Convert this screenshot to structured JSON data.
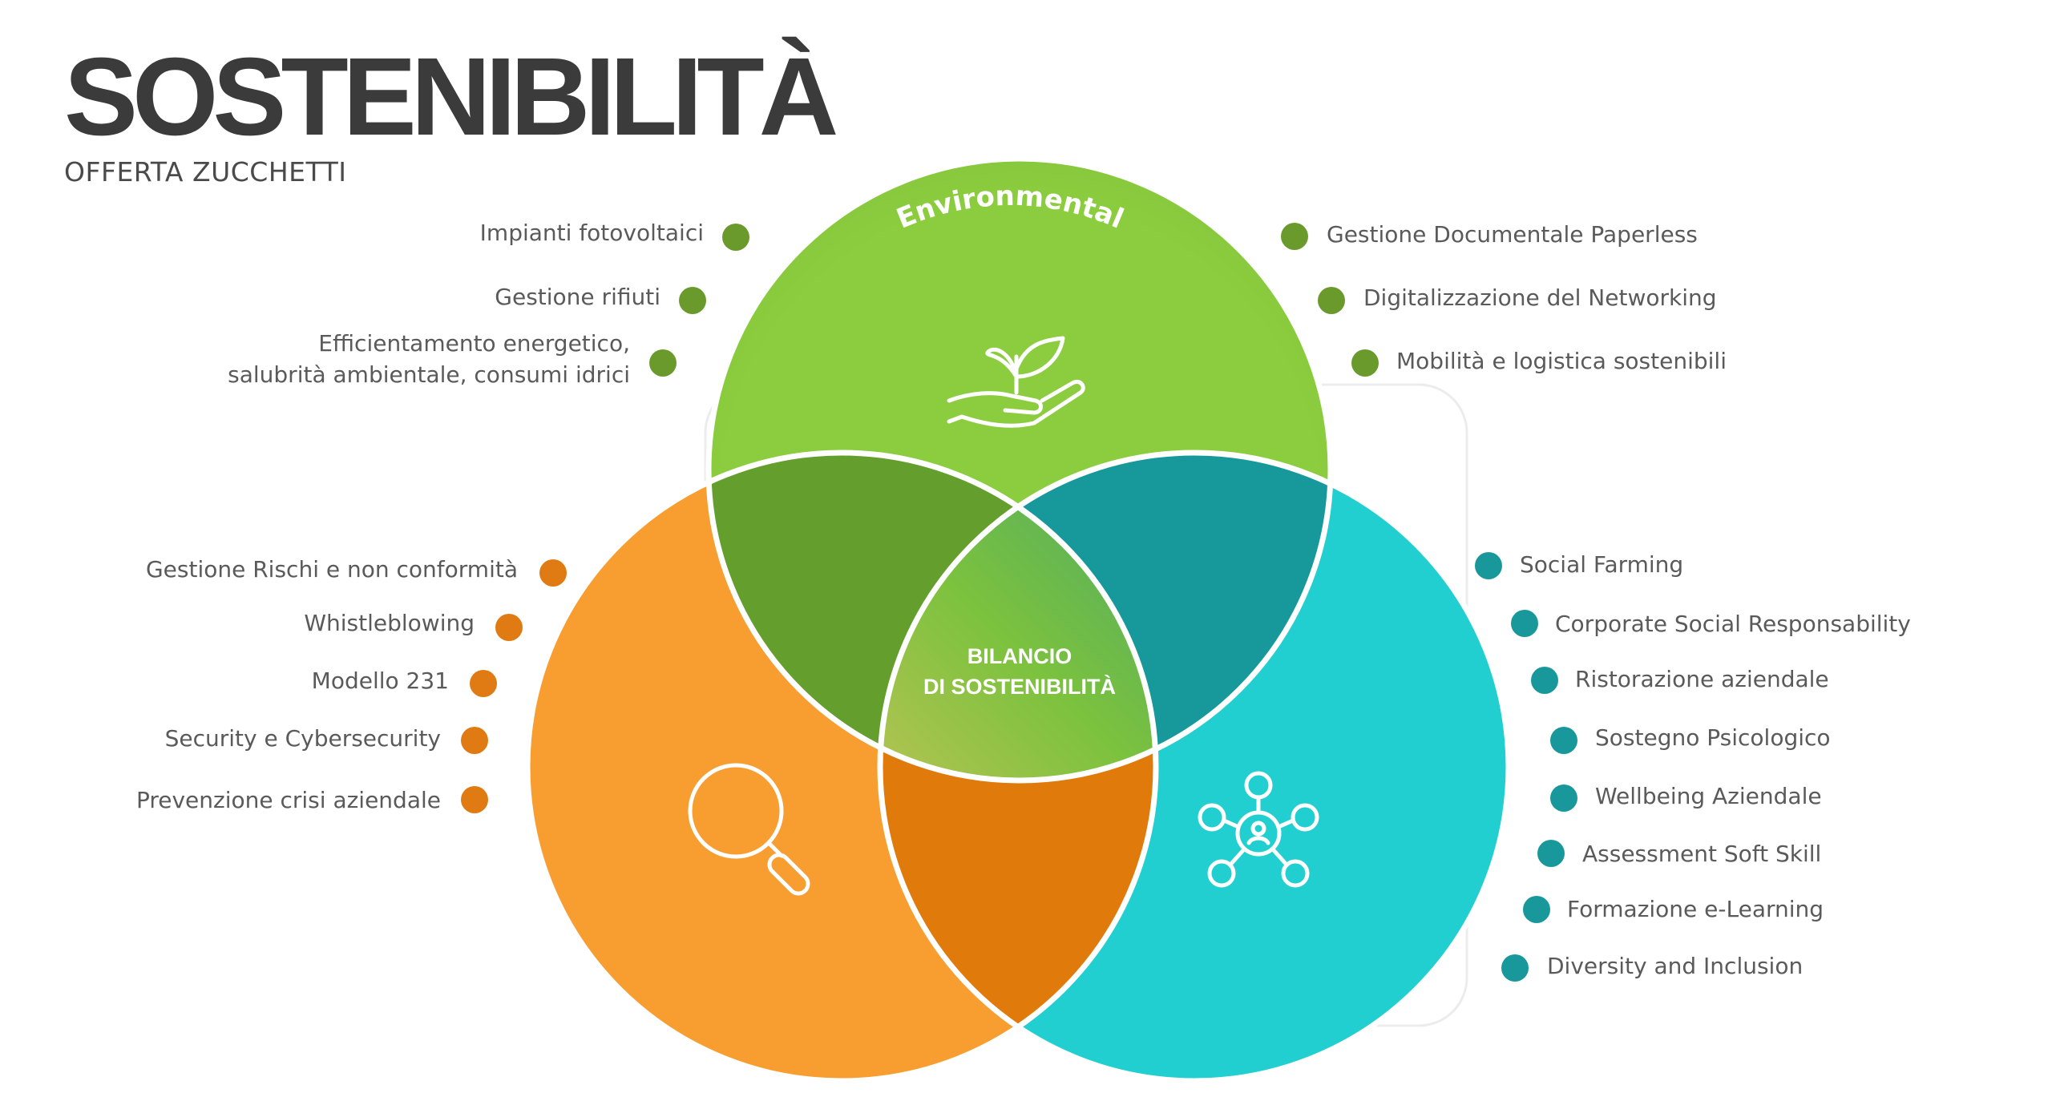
{
  "header": {
    "title": "SOSTENIBILITÀ",
    "subtitle": "OFFERTA ZUCCHETTI"
  },
  "venn": {
    "top_label": "Environmental",
    "center_line1": "BILANCIO",
    "center_line2": "DI SOSTENIBILITÀ",
    "icons": [
      "plant-hand-icon",
      "magnifier-icon",
      "network-icon"
    ]
  },
  "colors": {
    "green": "#8ccd3f",
    "green_dot": "#6b9a2c",
    "orange": "#f89d30",
    "orange_dot": "#e07a12",
    "teal": "#22cfd0",
    "teal_dot": "#18989a"
  },
  "environmental_left": [
    "Impianti fotovoltaici",
    "Gestione rifiuti",
    "Efficientamento energetico,",
    "salubrità ambientale, consumi idrici"
  ],
  "environmental_right": [
    "Gestione Documentale Paperless",
    "Digitalizzazione del Networking",
    "Mobilità e logistica sostenibili"
  ],
  "governance": [
    "Gestione Rischi e non conformità",
    "Whistleblowing",
    "Modello 231",
    "Security e Cybersecurity",
    "Prevenzione crisi aziendale"
  ],
  "social": [
    "Social Farming",
    "Corporate Social Responsability",
    "Ristorazione aziendale",
    "Sostegno Psicologico",
    "Wellbeing Aziendale",
    "Assessment Soft Skill",
    "Formazione e-Learning",
    "Diversity and Inclusion"
  ]
}
